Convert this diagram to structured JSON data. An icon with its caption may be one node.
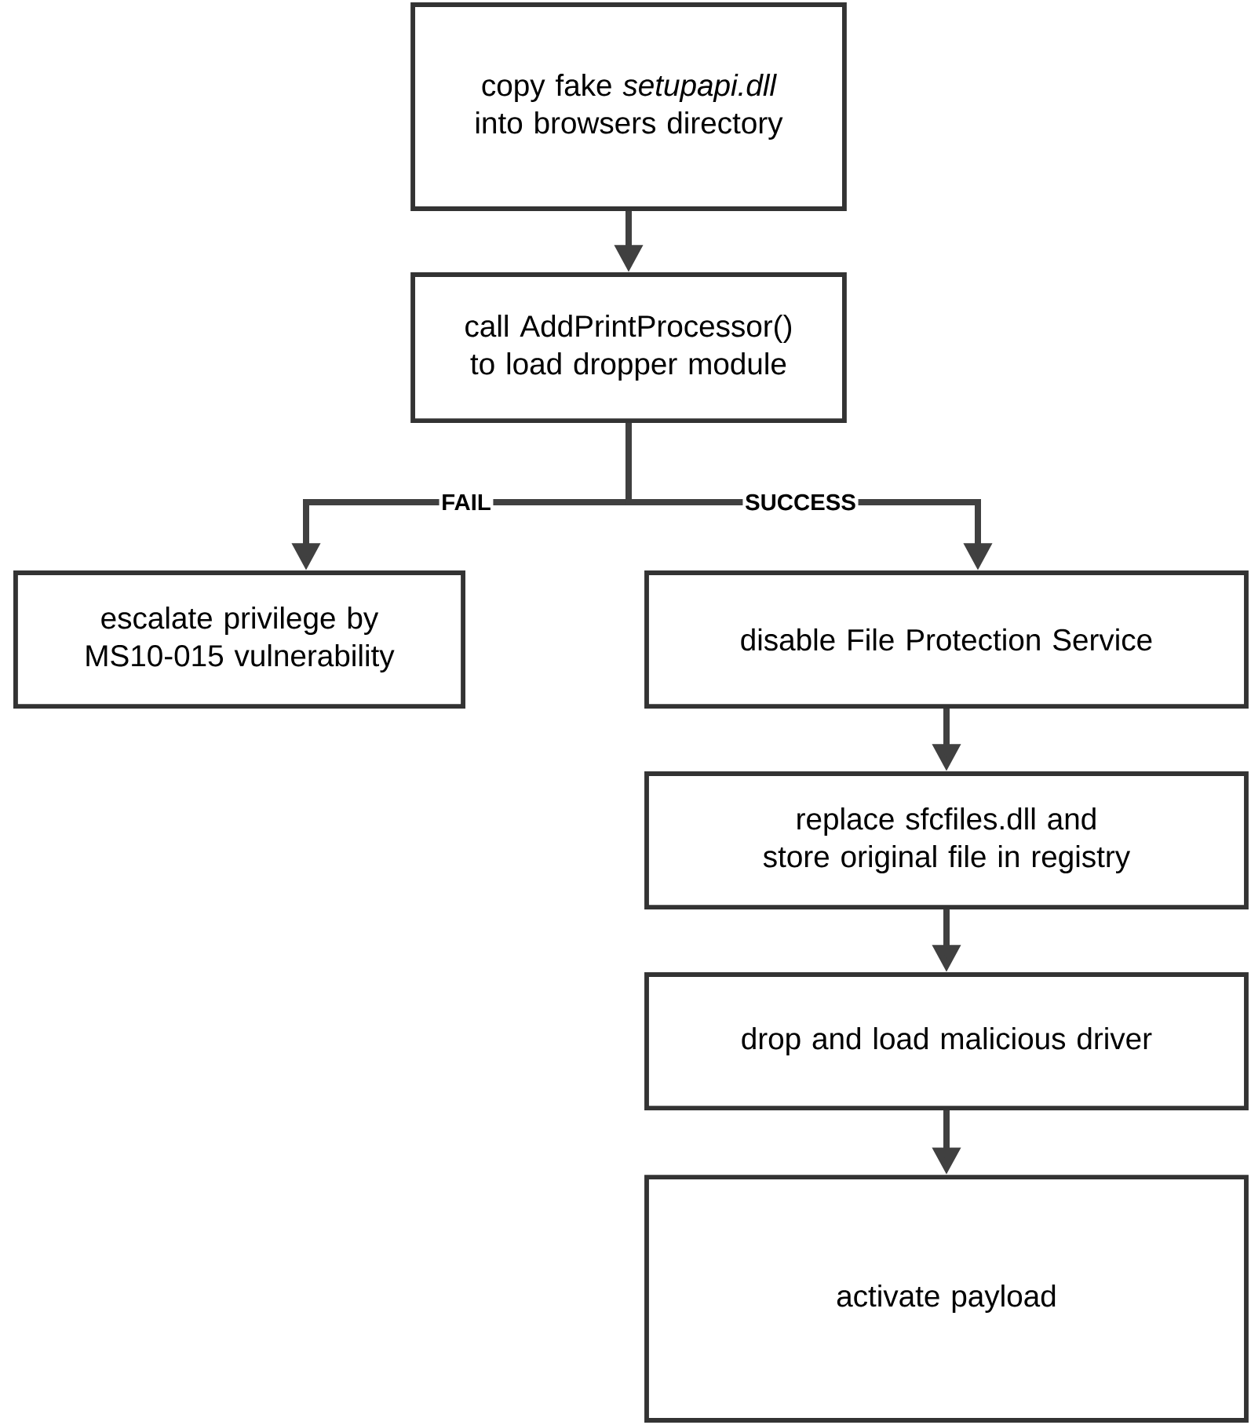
{
  "diagram": {
    "nodes": [
      {
        "text": [
          "copy fake *setupapi.dll* into browsers directory"
        ]
      },
      {
        "text": [
          "call AddPrintProcessor() to load dropper module"
        ]
      },
      {
        "text": [
          "escalate privilege by MS10-015 vulnerability"
        ]
      },
      {
        "text": [
          "disable File Protection Service"
        ]
      },
      {
        "text": [
          "replace sfcfiles.dll and store original file in registry"
        ]
      },
      {
        "text": [
          "drop and load malicious driver"
        ]
      },
      {
        "text": [
          "activate payload"
        ]
      }
    ],
    "edges": [
      {
        "from": 0,
        "to": 1,
        "arrow": "to"
      },
      {
        "from": 1,
        "to": 2,
        "arrow": "to",
        "label": "FAIL"
      },
      {
        "from": 1,
        "to": 3,
        "arrow": "to",
        "label": "SUCCESS"
      },
      {
        "from": 3,
        "to": 4,
        "arrow": "to"
      },
      {
        "from": 4,
        "to": 5,
        "arrow": "to"
      },
      {
        "from": 5,
        "to": 6,
        "arrow": "to"
      }
    ]
  }
}
